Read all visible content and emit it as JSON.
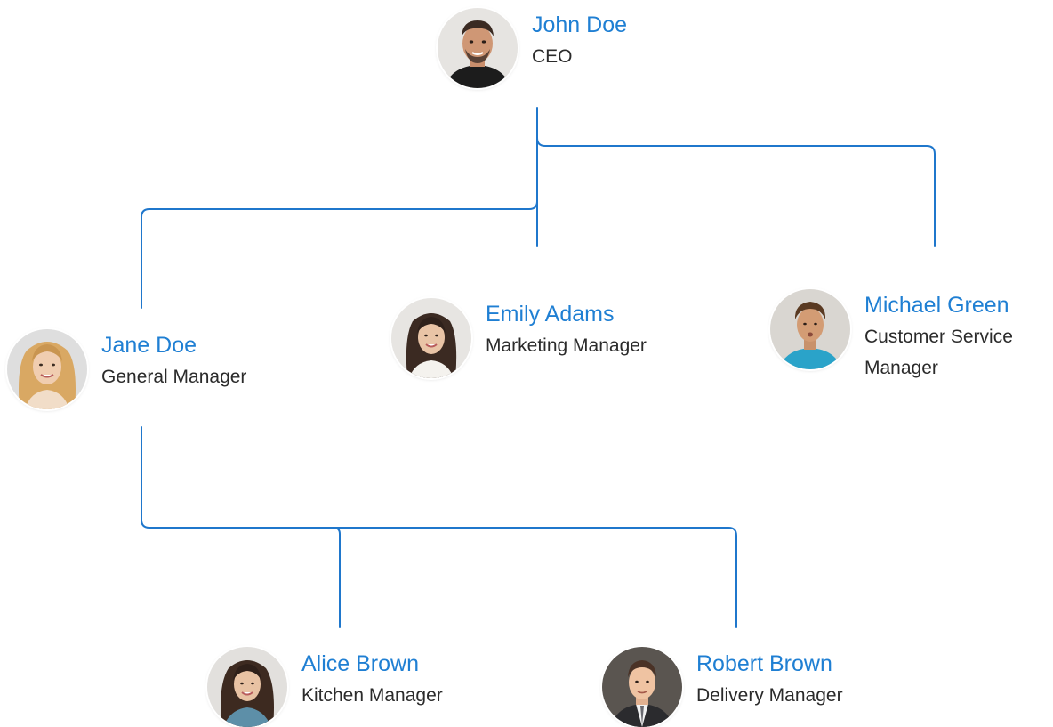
{
  "colors": {
    "accent": "#1f7fd3",
    "connector": "#1f77cc",
    "role_text": "#2b2b2b"
  },
  "people": {
    "ceo": {
      "name": "John Doe",
      "role": "CEO",
      "avatar": "man-beard-photo"
    },
    "gm": {
      "name": "Jane Doe",
      "role": "General Manager",
      "avatar": "woman-blonde-photo"
    },
    "marketing": {
      "name": "Emily Adams",
      "role": "Marketing Manager",
      "avatar": "woman-brunette-photo"
    },
    "customer_service": {
      "name": "Michael Green",
      "role_line1": "Customer Service",
      "role_line2": "Manager",
      "avatar": "man-blue-shirt-photo"
    },
    "kitchen": {
      "name": "Alice Brown",
      "role": "Kitchen Manager",
      "avatar": "woman-long-hair-photo"
    },
    "delivery": {
      "name": "Robert Brown",
      "role": "Delivery Manager",
      "avatar": "man-suit-photo"
    }
  }
}
